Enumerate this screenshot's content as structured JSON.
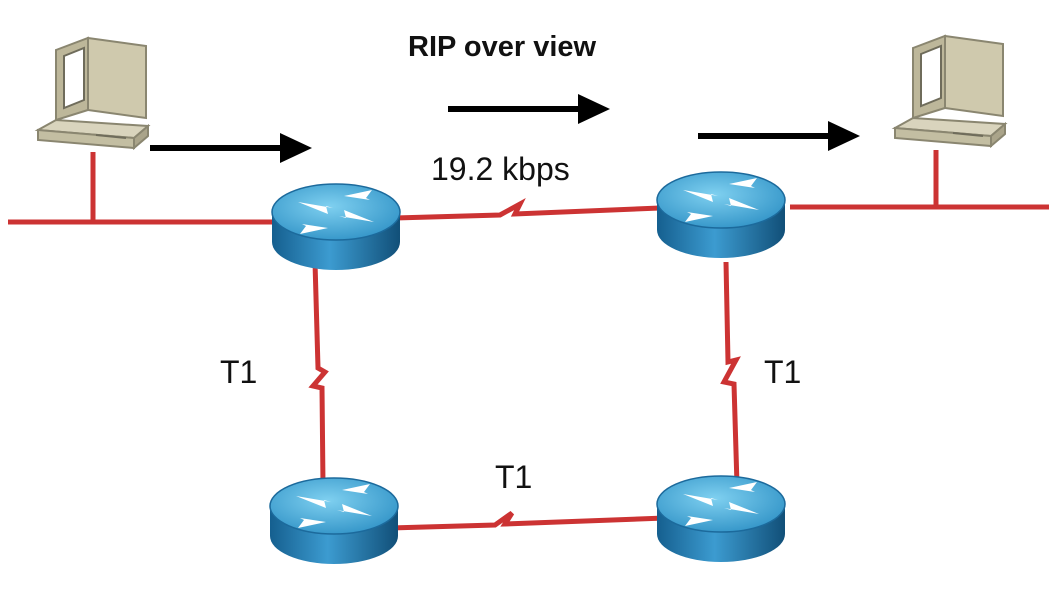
{
  "title": "RIP over view",
  "links": {
    "top_speed": "19.2 kbps",
    "left_label": "T1",
    "right_label": "T1",
    "bottom_label": "T1"
  },
  "icons": {
    "host": "desktop-computer-icon",
    "router": "cisco-router-icon",
    "arrow": "right-arrow-icon",
    "serial_link": "serial-lightning-link"
  },
  "colors": {
    "link": "#cc3333",
    "router_top": "#3fa9d8",
    "router_side": "#1a6fa5",
    "arrow": "#000000",
    "computer": "#d9d4bd"
  }
}
